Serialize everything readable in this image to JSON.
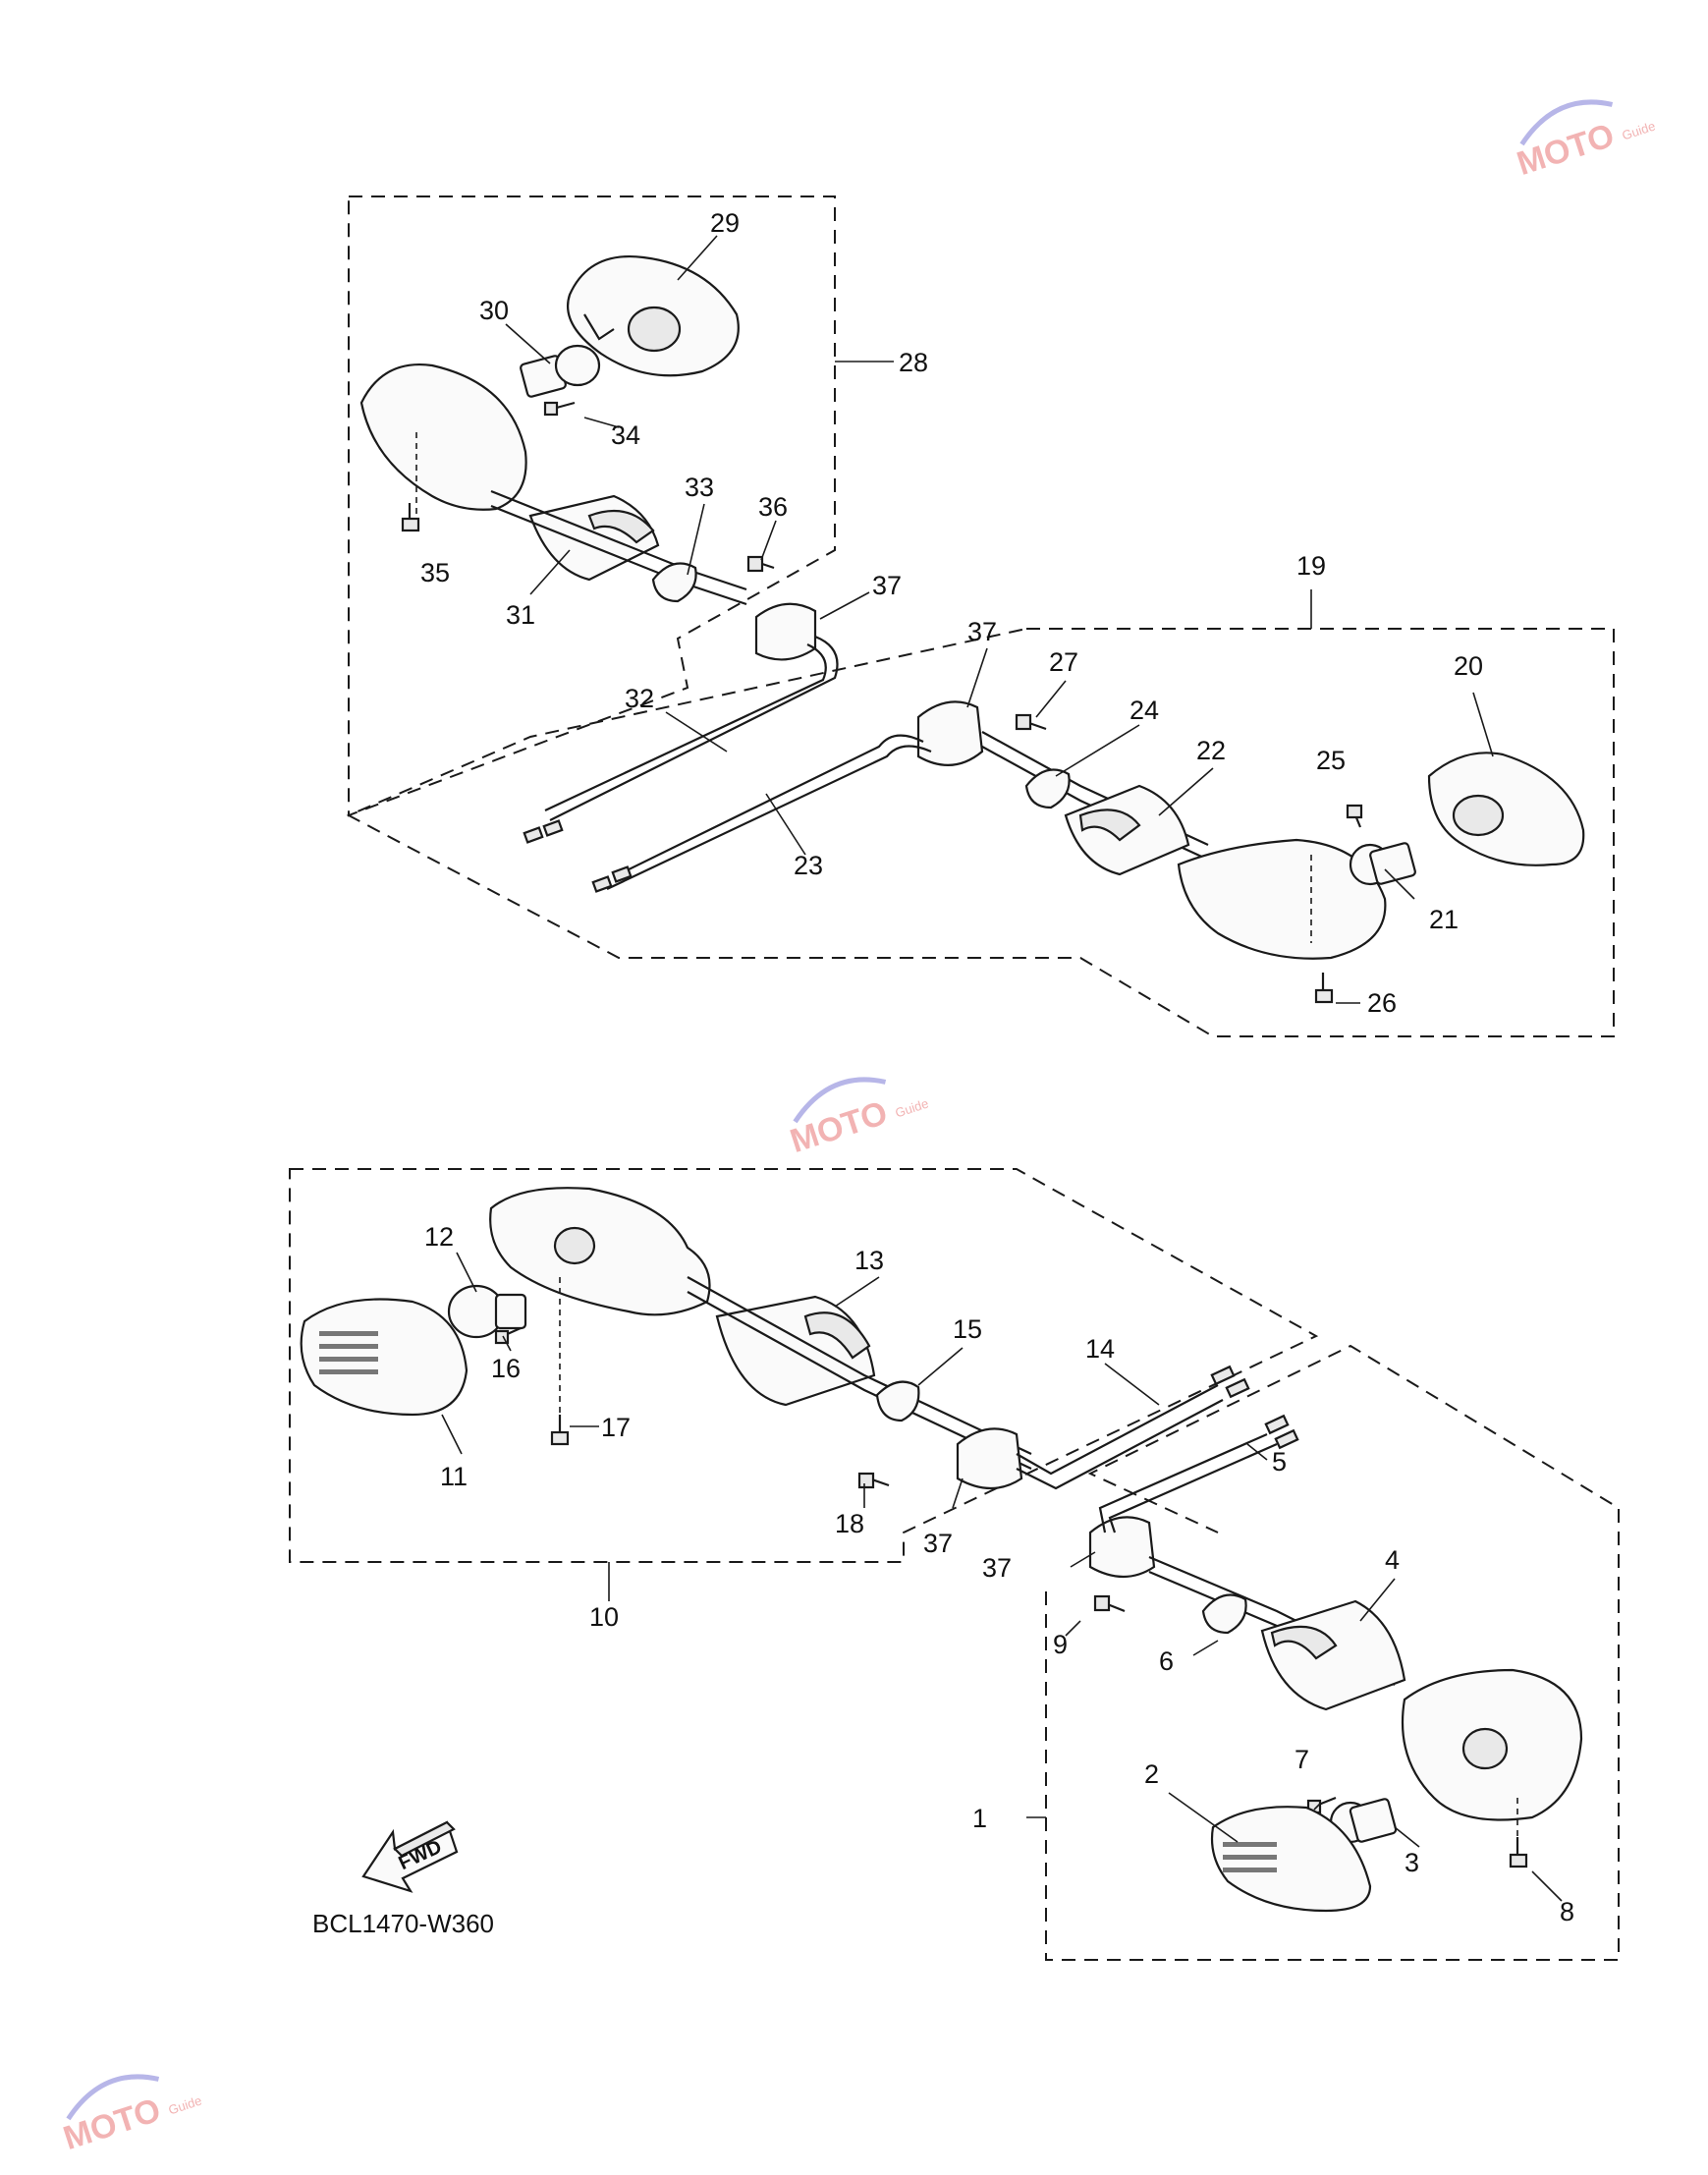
{
  "diagram_code": "BCL1470-W360",
  "fwd_label": "FWD",
  "watermark": {
    "letters": "MOTO",
    "small": "Guide"
  },
  "callouts": [
    "1",
    "2",
    "3",
    "4",
    "5",
    "6",
    "7",
    "8",
    "9",
    "10",
    "11",
    "12",
    "13",
    "14",
    "15",
    "16",
    "17",
    "18",
    "19",
    "20",
    "21",
    "22",
    "23",
    "24",
    "25",
    "26",
    "27",
    "28",
    "29",
    "30",
    "31",
    "32",
    "33",
    "34",
    "35",
    "36",
    "37",
    "37",
    "37",
    "37"
  ]
}
